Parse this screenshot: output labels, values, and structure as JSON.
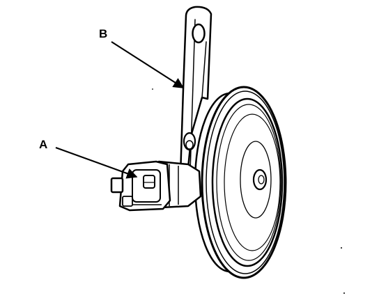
{
  "diagram": {
    "callouts": [
      {
        "id": "A",
        "text": "A",
        "refers_to": "connector"
      },
      {
        "id": "B",
        "text": "B",
        "refers_to": "mounting-bracket"
      }
    ],
    "colors": {
      "ink": "#000000",
      "paper": "#ffffff"
    }
  }
}
